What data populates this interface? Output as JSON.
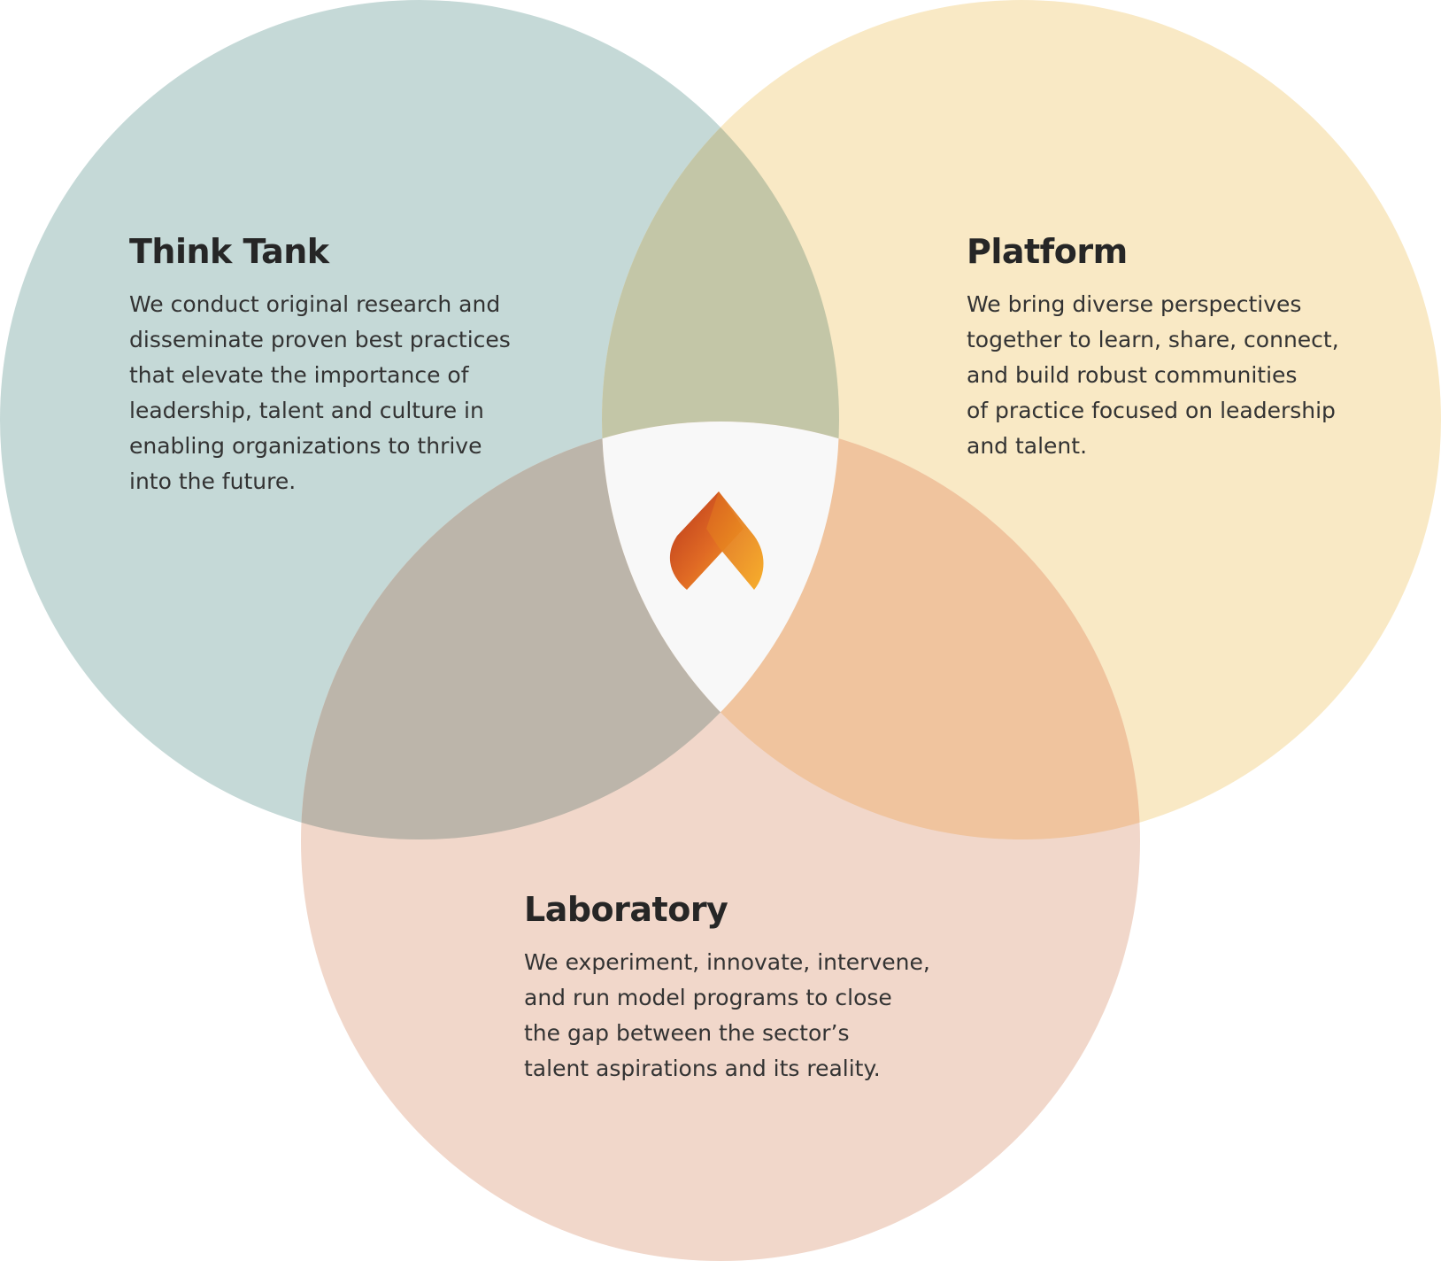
{
  "colors": {
    "background": "#ffffff",
    "think_tank": "#c5d9d7",
    "platform": "#f9e9c5",
    "laboratory": "#f1d7ca",
    "think_tank_platform": "#c3c6a7",
    "think_tank_laboratory": "#bcb5aa",
    "platform_laboratory": "#f0c49e",
    "center": "#f8f8f8",
    "logo_dark": "#c74a1f",
    "logo_mid": "#e07a2a",
    "logo_light": "#f4a623"
  },
  "diagram": {
    "regions": [
      {
        "id": "think-tank",
        "title": "Think Tank",
        "description": "We conduct original research and\ndisseminate proven best practices\nthat elevate the importance of\nleadership, talent and culture in\nenabling organizations to thrive\ninto the future."
      },
      {
        "id": "platform",
        "title": "Platform",
        "description": "We bring diverse perspectives\ntogether to learn, share, connect,\nand build robust communities\nof practice focused on leadership\nand talent."
      },
      {
        "id": "laboratory",
        "title": "Laboratory",
        "description": "We experiment, innovate, intervene,\nand run model programs to close\nthe gap between the sector’s\ntalent aspirations and its reality."
      }
    ],
    "center_icon": "flame-logo-icon"
  }
}
